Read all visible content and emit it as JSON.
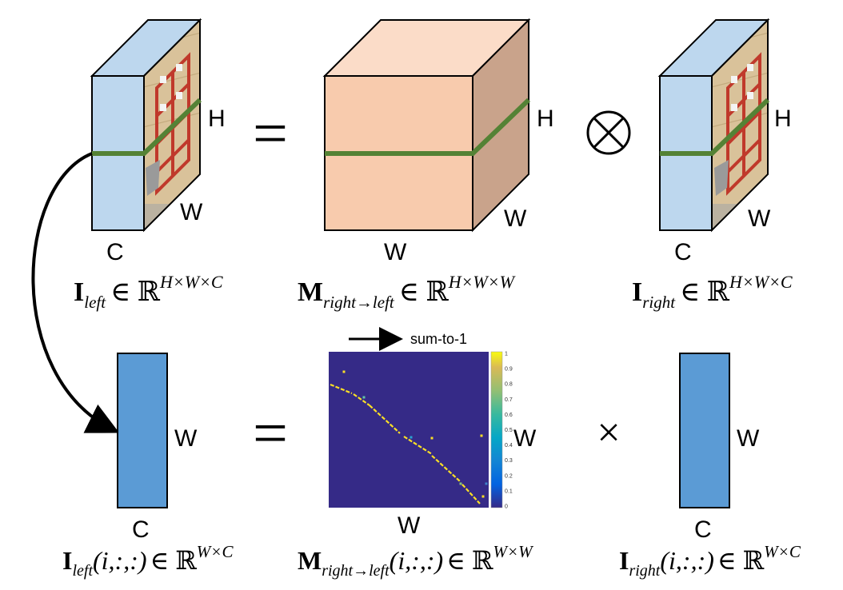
{
  "labels": {
    "H": "H",
    "W": "W",
    "C": "C"
  },
  "operators": {
    "equals": "=",
    "tensor": "⊗",
    "times": "×"
  },
  "annotations": {
    "sum_to_one": "sum-to-1"
  },
  "formulas": {
    "i_left": {
      "base": "I",
      "sub": "left",
      "set": "ℝ",
      "sup": "H×W×C"
    },
    "m_rl": {
      "base": "M",
      "sub": "right→left",
      "set": "ℝ",
      "sup": "H×W×W"
    },
    "i_right": {
      "base": "I",
      "sub": "right",
      "set": "ℝ",
      "sup": "H×W×C"
    },
    "i_left_slice": {
      "base": "I",
      "sub": "left",
      "args": "(i,:,:)",
      "set": "ℝ",
      "sup": "W×C"
    },
    "m_rl_slice": {
      "base": "M",
      "sub": "right→left",
      "args": "(i,:,:)",
      "set": "ℝ",
      "sup": "W×W"
    },
    "i_right_slice": {
      "base": "I",
      "sub": "right",
      "args": "(i,:,:)",
      "set": "ℝ",
      "sup": "W×C"
    }
  },
  "colorbar": {
    "ticks": [
      "0",
      "0.1",
      "0.2",
      "0.3",
      "0.4",
      "0.5",
      "0.6",
      "0.7",
      "0.8",
      "0.9",
      "1"
    ]
  },
  "colors": {
    "feature_front": "#bdd7ee",
    "feature_edge": "#000000",
    "green_line": "#548235",
    "cube_front": "#f8cbad",
    "cube_top": "#fbdcc8",
    "cube_side": "#c9a38b",
    "slice_fill": "#5b9bd5",
    "heatmap_bg": "#352a87",
    "heatmap_line": "#fadf26"
  }
}
